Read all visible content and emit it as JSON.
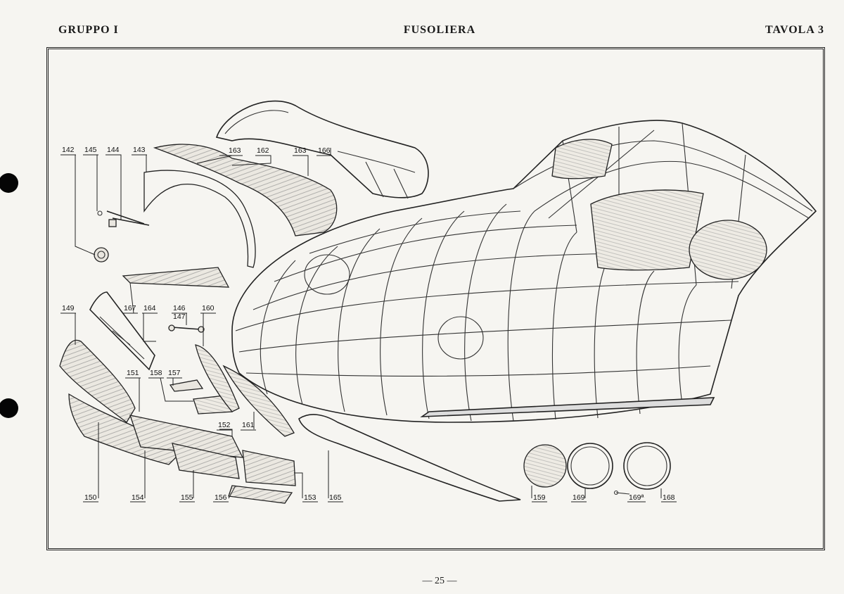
{
  "header": {
    "left": "GRUPPO I",
    "center": "FUSOLIERA",
    "right": "TAVOLA 3"
  },
  "page_number": "— 25 —",
  "callouts": {
    "c142": "142",
    "c145": "145",
    "c144": "144",
    "c143": "143",
    "c163a": "163",
    "c162": "162",
    "c163b": "163",
    "c166": "166",
    "c149": "149",
    "c167": "167",
    "c164": "164",
    "c146": "146",
    "c147": "147",
    "c160": "160",
    "c151": "151",
    "c158": "158",
    "c157": "157",
    "c152": "152",
    "c161": "161",
    "c150": "150",
    "c154": "154",
    "c155": "155",
    "c156": "156",
    "c153": "153",
    "c165": "165",
    "c159": "159",
    "c169": "169",
    "c169b": "169ª",
    "c168": "168"
  }
}
